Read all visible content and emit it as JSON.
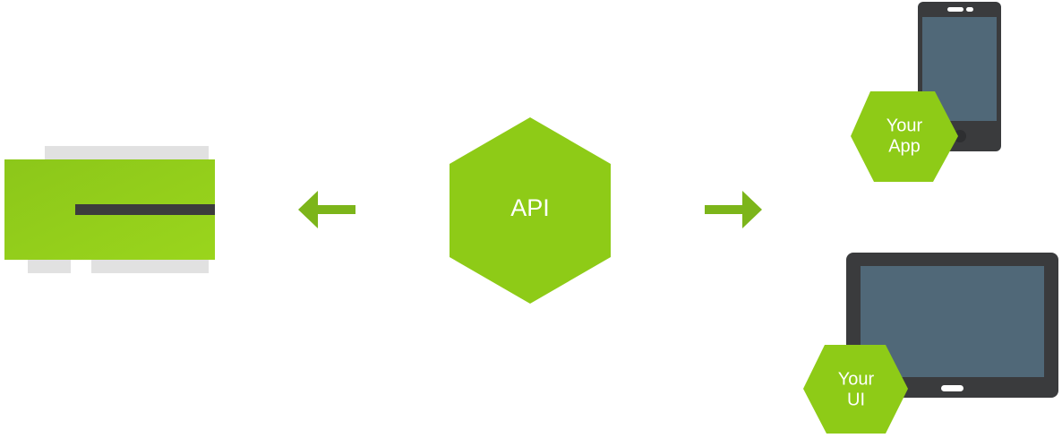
{
  "diagram": {
    "center": {
      "label": "API"
    },
    "phone_badge": {
      "line1": "Your",
      "line2": "App"
    },
    "tablet_badge": {
      "line1": "Your",
      "line2": "UI"
    }
  },
  "colors": {
    "green": "#8cc518",
    "green_dark": "#7ab21a",
    "device_frame": "#3a3b3d",
    "device_screen": "#506878",
    "shadow_gray": "#e0e0e0",
    "slot": "#3c3c3c"
  },
  "icons": {
    "left_arrow": "arrow-left-icon",
    "right_arrow": "arrow-right-icon",
    "server": "server-module-icon",
    "phone": "smartphone-icon",
    "tablet": "tablet-icon"
  }
}
